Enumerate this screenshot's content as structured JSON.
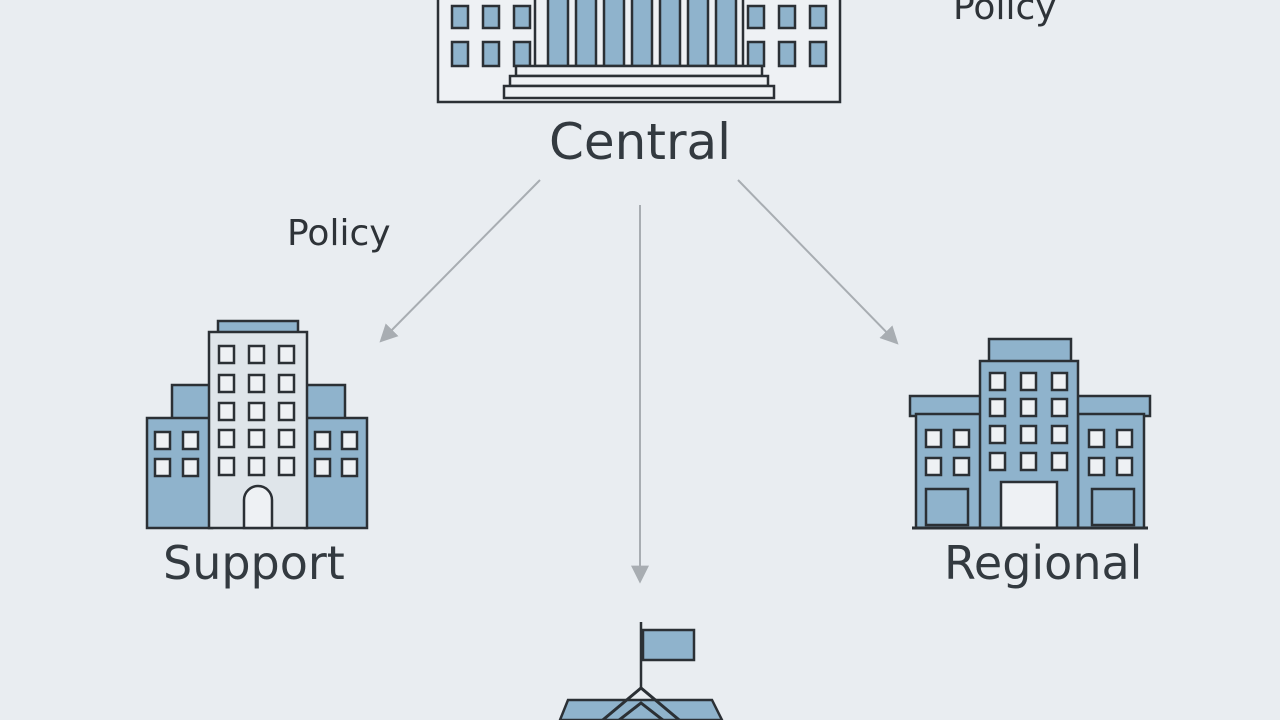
{
  "diagram": {
    "nodes": {
      "central": {
        "label": "Central",
        "icon": "government-building-icon"
      },
      "support": {
        "label": "Support",
        "icon": "office-building-icon"
      },
      "regional": {
        "label": "Regional",
        "icon": "office-building-icon"
      },
      "local": {
        "label": "",
        "icon": "flag-building-icon"
      }
    },
    "edge_labels": {
      "policy_left": "Policy",
      "policy_top": "Policy"
    }
  },
  "colors": {
    "background": "#e9edf1",
    "fill": "#8fb3cc",
    "stroke": "#2b3035",
    "arrow": "#a8adb2",
    "text": "#333a40"
  }
}
